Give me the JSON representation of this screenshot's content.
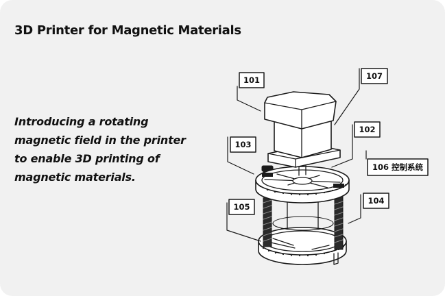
{
  "title": "3D Printer for Magnetic Materials",
  "description_lines": [
    "Introducing a rotating",
    "magnetic field in the printer",
    "to enable 3D printing of",
    "magnetic materials."
  ],
  "diagram": {
    "labels": {
      "l101": "101",
      "l107": "107",
      "l102": "102",
      "l103": "103",
      "l106": "106 控制系统",
      "l105": "105",
      "l104": "104"
    }
  },
  "colors": {
    "card_background": "#f1f1f1",
    "text": "#111111",
    "line": "#1a1a1a"
  }
}
